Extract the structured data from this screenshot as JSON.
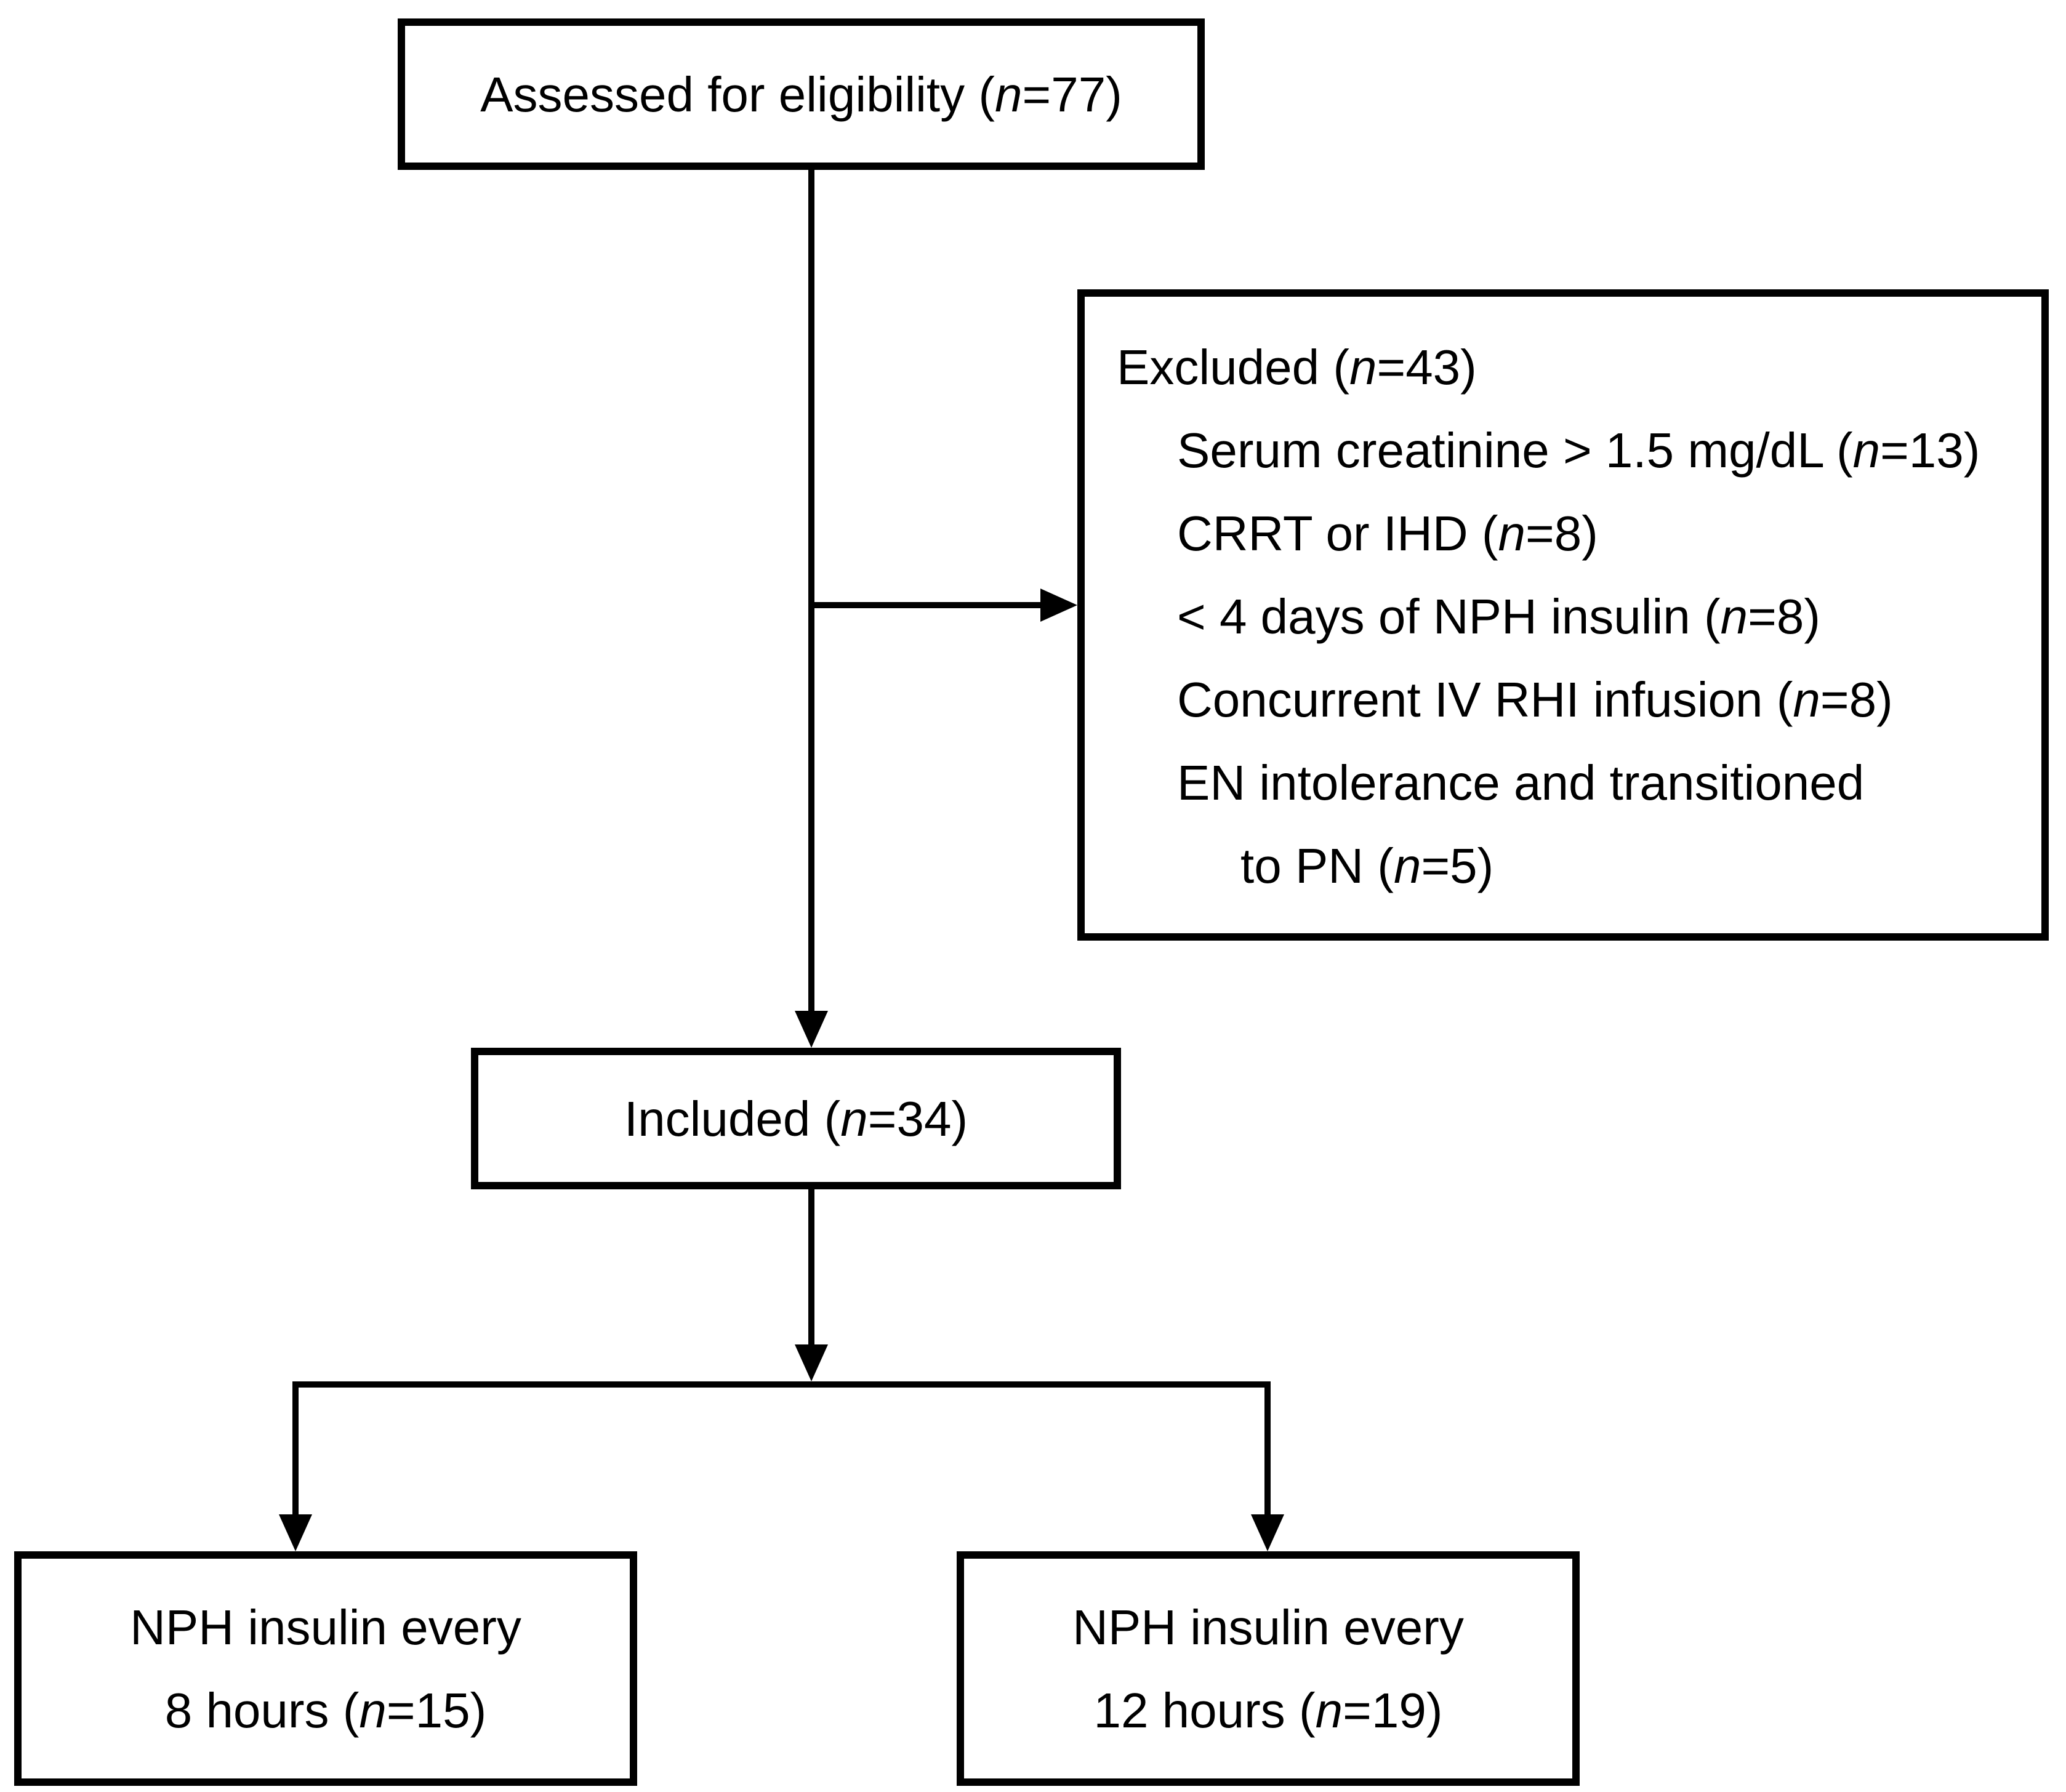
{
  "boxes": {
    "assessed": {
      "pre": "Assessed for eligibility (",
      "n": "n",
      "post": "=77)"
    },
    "excluded": {
      "title": {
        "pre": "Excluded (",
        "n": "n",
        "post": "=43)"
      },
      "reasons": [
        {
          "pre": "Serum creatinine > 1.5 mg/dL (",
          "n": "n",
          "post": "=13)"
        },
        {
          "pre": "CRRT or IHD (",
          "n": "n",
          "post": "=8)"
        },
        {
          "pre": "< 4 days of NPH insulin (",
          "n": "n",
          "post": "=8)"
        },
        {
          "pre": "Concurrent IV RHI infusion (",
          "n": "n",
          "post": "=8)"
        },
        {
          "pre": "EN intolerance and transitioned",
          "n": "",
          "post": ""
        },
        {
          "pre": "to PN (",
          "n": "n",
          "post": "=5)"
        }
      ]
    },
    "included": {
      "pre": "Included (",
      "n": "n",
      "post": "=34)"
    },
    "arm_q8": {
      "line1": "NPH insulin every",
      "line2": {
        "pre": "8 hours (",
        "n": "n",
        "post": "=15)"
      }
    },
    "arm_q12": {
      "line1": "NPH insulin every",
      "line2": {
        "pre": "12 hours (",
        "n": "n",
        "post": "=19)"
      }
    }
  },
  "colors": {
    "border": "#000000",
    "connector": "#000000",
    "text": "#000000",
    "background": "#ffffff"
  }
}
